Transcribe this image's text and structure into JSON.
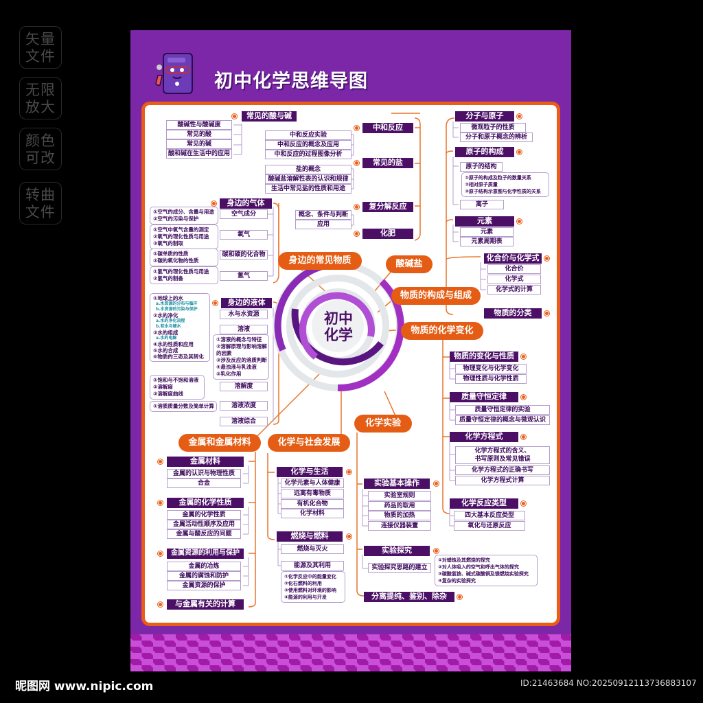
{
  "side_badges": [
    {
      "line1": "矢量",
      "line2": "文件"
    },
    {
      "line1": "无限",
      "line2": "放大"
    },
    {
      "line1": "颜色",
      "line2": "可改"
    },
    {
      "line1": "转曲",
      "line2": "文件"
    }
  ],
  "header": {
    "title": "初中化学思维导图",
    "mascot_icon": "book-mascot-icon"
  },
  "center": {
    "line1": "初中",
    "line2": "化学"
  },
  "colors": {
    "poster_bg": "#7b27a8",
    "frame_border": "#e95d16",
    "node_bg": "#4b0f66",
    "pill_bg": "#e55d14",
    "ring_dark": "#5a1680",
    "ring_mid": "#8a2bb5",
    "ring_light": "#b04fd6",
    "ring_gray": "#e4e7ea"
  },
  "branches": {
    "suanjianyan": {
      "label": "酸碱盐",
      "groups": [
        {
          "num": "1",
          "title": "常见的酸与碱",
          "items": [
            "酸碱性与酸碱度",
            "常见的酸",
            "常见的碱",
            "酸和碱在生活中的应用"
          ]
        },
        {
          "num": "2",
          "title": "中和反应",
          "items": [
            "中和反应实验",
            "中和反应的概念及应用",
            "中和反应的过程图像分析"
          ]
        },
        {
          "num": "3",
          "title": "常见的盐",
          "items": [
            "盐的概念",
            "酸碱盐溶解性表的认识和规律",
            "生活中常见盐的性质和用途"
          ]
        },
        {
          "num": "4",
          "title": "复分解反应",
          "items": [
            "概念、条件与判断",
            "应用"
          ]
        },
        {
          "num": "5",
          "title": "化肥",
          "items": []
        }
      ]
    },
    "shenbian": {
      "label": "身边的常见物质",
      "gas": {
        "num": "1",
        "title": "身边的气体",
        "items": [
          {
            "label": "空气成分",
            "notes": [
              "①空气的成分、含量与用途",
              "②空气的污染与保护"
            ]
          },
          {
            "label": "氧气",
            "notes": [
              "①空气中氧气含量的测定",
              "②氧气的理化性质与用途",
              "③氧气的制取"
            ]
          },
          {
            "label": "碳和碳的化合物",
            "notes": [
              "①碳单质的性质",
              "②碳的氧化物的性质"
            ]
          },
          {
            "label": "氢气",
            "notes": [
              "①氢气的理化性质与用途",
              "②氢气的制备"
            ]
          }
        ]
      },
      "liquid": {
        "num": "1",
        "title": "身边的液体",
        "water_label": "水与水资源",
        "water_notes": [
          {
            "text": "①地球上的水",
            "subs": [
              "a.水资源的分布与循环",
              "b.水资源的污染与保护"
            ]
          },
          {
            "text": "②水的净化",
            "subs": [
              "a.水的净化流程",
              "b.软水与硬水"
            ]
          },
          {
            "text": "③水的组成",
            "subs": [
              "a.水的电解"
            ]
          },
          {
            "text": "④水的性质和应用",
            "subs": []
          },
          {
            "text": "⑤水的合成",
            "subs": []
          },
          {
            "text": "⑥物质的三态及其转化",
            "subs": []
          }
        ],
        "solution_label": "溶液",
        "solution_notes": [
          "①溶液的概念与特征",
          "②溶解原理与影响溶解",
          "的因素",
          "③涉及反应的溶质判断",
          "④悬浊液与乳浊液",
          "⑤乳化作用"
        ],
        "solubility_label": "溶解度",
        "solubility_notes": [
          "①饱和与不饱和溶液",
          "②溶解度",
          "③溶解度曲线"
        ],
        "concentration_label": "溶液浓度",
        "concentration_notes": [
          "①溶质质量分数及简单计算"
        ],
        "composite_label": "溶液综合"
      }
    },
    "goucheng": {
      "label": "物质的构成与组成",
      "groups": [
        {
          "num": "1",
          "title": "分子与原子",
          "items": [
            "微观粒子的性质",
            "分子和原子概念的辨析"
          ]
        },
        {
          "num": "2",
          "title": "原子的构成",
          "items": [
            "原子的结构",
            "离子"
          ],
          "notes": [
            "①原子的构成及粒子的数量关系",
            "②相对原子质量",
            "③原子结构示意图与化学性质的关系"
          ]
        },
        {
          "num": "3",
          "title": "元素",
          "items": [
            "元素",
            "元素周期表"
          ]
        },
        {
          "num": "4",
          "title": "化合价与化学式",
          "items": [
            "化合价",
            "化学式",
            "化学式的计算"
          ]
        },
        {
          "num": "5",
          "title": "物质的分类",
          "items": []
        }
      ]
    },
    "bianhua": {
      "label": "物质的化学变化",
      "groups": [
        {
          "num": "1",
          "title": "物质的变化与性质",
          "items": [
            "物理变化与化学变化",
            "物理性质与化学性质"
          ]
        },
        {
          "num": "2",
          "title": "质量守恒定律",
          "items": [
            "质量守恒定律的实验",
            "质量守恒定律的概念与微观认识"
          ]
        },
        {
          "num": "3",
          "title": "化学方程式",
          "items": [
            "化学方程式的含义、",
            "书写原则及常见错误",
            "化学方程式的正确书写",
            "化学方程式计算"
          ]
        },
        {
          "num": "4",
          "title": "化学反应类型",
          "items": [
            "四大基本反应类型",
            "氧化与还原反应"
          ]
        }
      ]
    },
    "shiyan": {
      "label": "化学实验",
      "groups": [
        {
          "num": "1",
          "title": "实验基本操作",
          "items": [
            "实验室规则",
            "药品的取用",
            "物质的加热",
            "连接仪器装置"
          ]
        },
        {
          "num": "2",
          "title": "实验探究",
          "items": [
            "实验探究思路的建立"
          ],
          "notes": [
            "①对蜡烛及其燃烧的探究",
            "②对人体吸入的空气和呼出气体的探究",
            "③碳酸氢铵、碱式碳酸铜及镁燃烧实验探究",
            "④复杂的实验探究"
          ]
        },
        {
          "num": "3",
          "title": "分离提纯、鉴别、除杂",
          "items": []
        }
      ]
    },
    "shehui": {
      "label": "化学与社会发展",
      "groups": [
        {
          "num": "1",
          "title": "化学与生活",
          "items": [
            "化学元素与人体健康",
            "远离有毒物质",
            "有机化合物",
            "化学材料"
          ]
        },
        {
          "num": "2",
          "title": "燃烧与燃料",
          "items": [
            "燃烧与灭火",
            "能源及其利用"
          ],
          "notes": [
            "①化学反应中的能量变化",
            "②化石燃料的利用",
            "③使用燃料对环境的影响",
            "④能源的利用与开发"
          ]
        }
      ]
    },
    "jinshu": {
      "label": "金属和金属材料",
      "groups": [
        {
          "num": "1",
          "title": "金属材料",
          "items": [
            "金属的认识与物理性质",
            "合金"
          ]
        },
        {
          "num": "2",
          "title": "金属的化学性质",
          "items": [
            "金属的化学性质",
            "金属活动性顺序及应用",
            "金属与酸反应的问题"
          ]
        },
        {
          "num": "3",
          "title": "金属资源的利用与保护",
          "items": [
            "金属的冶炼",
            "金属的腐蚀和防护",
            "金属资源的保护"
          ]
        },
        {
          "num": "4",
          "title": "与金属有关的计算",
          "items": []
        }
      ]
    }
  },
  "watermark": {
    "left": "昵图网 www.nipic.com",
    "right": "ID:21463684 NO:20250912113736883107"
  }
}
